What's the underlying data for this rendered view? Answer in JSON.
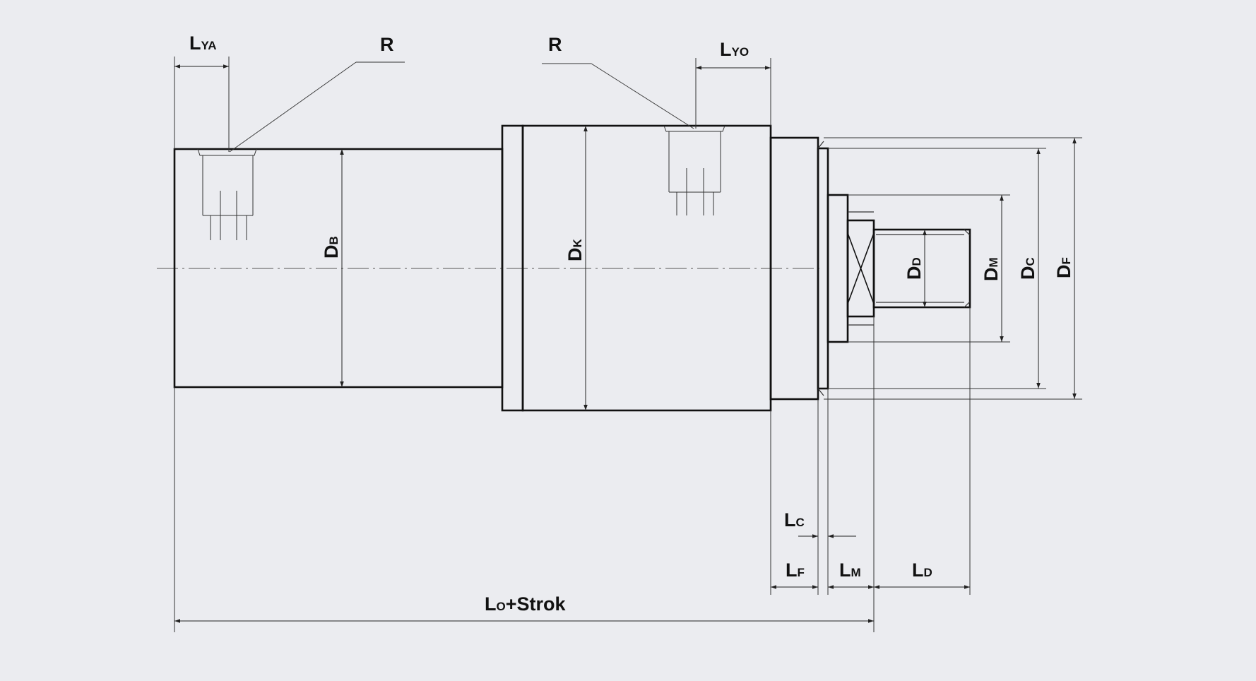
{
  "colors": {
    "background": "#ebecf0",
    "outline": "#111111",
    "dimension": "#222222",
    "centerline": "#555555"
  },
  "labels": {
    "LYA": {
      "main": "L",
      "sub": "YA"
    },
    "R1": {
      "main": "R",
      "sub": ""
    },
    "R2": {
      "main": "R",
      "sub": ""
    },
    "LYO": {
      "main": "L",
      "sub": "YO"
    },
    "DB": {
      "main": "D",
      "sub": "B"
    },
    "DK": {
      "main": "D",
      "sub": "K"
    },
    "DD": {
      "main": "D",
      "sub": "D"
    },
    "DM": {
      "main": "D",
      "sub": "M"
    },
    "DC": {
      "main": "D",
      "sub": "C"
    },
    "DF": {
      "main": "D",
      "sub": "F"
    },
    "LC": {
      "main": "L",
      "sub": "C"
    },
    "LF": {
      "main": "L",
      "sub": "F"
    },
    "LM": {
      "main": "L",
      "sub": "M"
    },
    "LD": {
      "main": "L",
      "sub": "D"
    },
    "total": {
      "main": "L",
      "sub": "O",
      "suffix": "+Strok"
    }
  }
}
